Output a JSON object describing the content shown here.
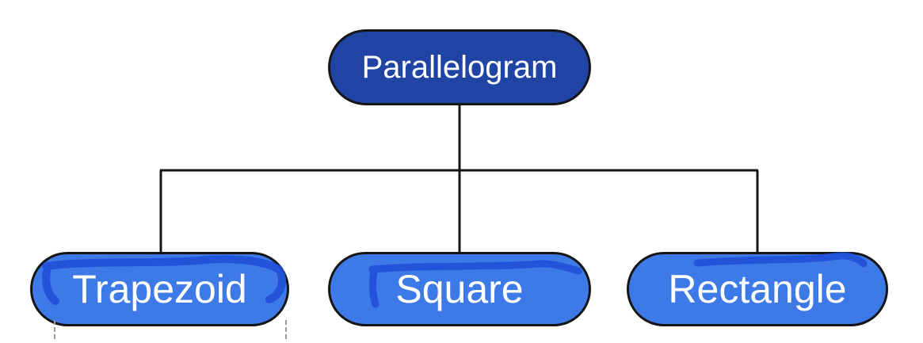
{
  "diagram": {
    "root": {
      "label": "Parallelogram"
    },
    "children": [
      {
        "label": "Trapezoid"
      },
      {
        "label": "Square"
      },
      {
        "label": "Rectangle"
      }
    ],
    "colors": {
      "root_fill": "#1f44a3",
      "child_fill": "#3e79e8",
      "outline": "#151515",
      "connector": "#151515",
      "scribble": "#1f4fd6",
      "text": "#ffffff"
    }
  }
}
